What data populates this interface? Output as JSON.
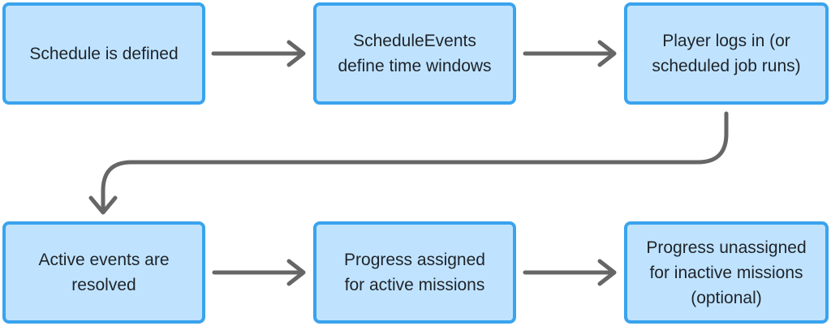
{
  "diagram": {
    "colors": {
      "node_fill": "#bfe3ff",
      "node_border": "#3aa3ee",
      "edge": "#666666",
      "text": "#1f2329"
    },
    "nodes": [
      {
        "id": "n1",
        "label": "Schedule is defined"
      },
      {
        "id": "n2",
        "label": "ScheduleEvents\ndefine time windows"
      },
      {
        "id": "n3",
        "label": "Player logs in (or\nscheduled job runs)"
      },
      {
        "id": "n4",
        "label": "Active events are\nresolved"
      },
      {
        "id": "n5",
        "label": "Progress assigned\nfor active missions"
      },
      {
        "id": "n6",
        "label": "Progress unassigned\nfor inactive missions\n(optional)"
      }
    ],
    "edges": [
      {
        "from": "n1",
        "to": "n2"
      },
      {
        "from": "n2",
        "to": "n3"
      },
      {
        "from": "n3",
        "to": "n4"
      },
      {
        "from": "n4",
        "to": "n5"
      },
      {
        "from": "n5",
        "to": "n6"
      }
    ]
  }
}
